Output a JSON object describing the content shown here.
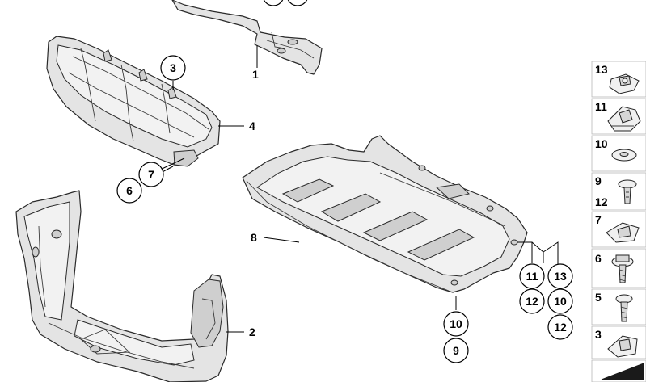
{
  "callouts": {
    "c1": "1",
    "c2": "2",
    "c3": "3",
    "c4": "4",
    "c6": "6",
    "c7": "7",
    "c8": "8",
    "c11": "11",
    "c12": "12",
    "c13": "13",
    "c10b": "10",
    "c12b": "12",
    "c10": "10",
    "c9": "9"
  },
  "legend": [
    {
      "numbers": [
        "13"
      ],
      "icon": "clip-nut-icon"
    },
    {
      "numbers": [
        "11"
      ],
      "icon": "spring-clip-icon"
    },
    {
      "numbers": [
        "10"
      ],
      "icon": "washer-icon"
    },
    {
      "numbers": [
        "9",
        "12"
      ],
      "icon": "expanding-rivet-icon"
    },
    {
      "numbers": [
        "7"
      ],
      "icon": "spring-nut-icon"
    },
    {
      "numbers": [
        "6"
      ],
      "icon": "flange-screw-icon"
    },
    {
      "numbers": [
        "5"
      ],
      "icon": "screw-icon"
    },
    {
      "numbers": [
        "3"
      ],
      "icon": "clip-icon"
    },
    {
      "numbers": [],
      "icon": "parts-wedge-icon"
    }
  ]
}
